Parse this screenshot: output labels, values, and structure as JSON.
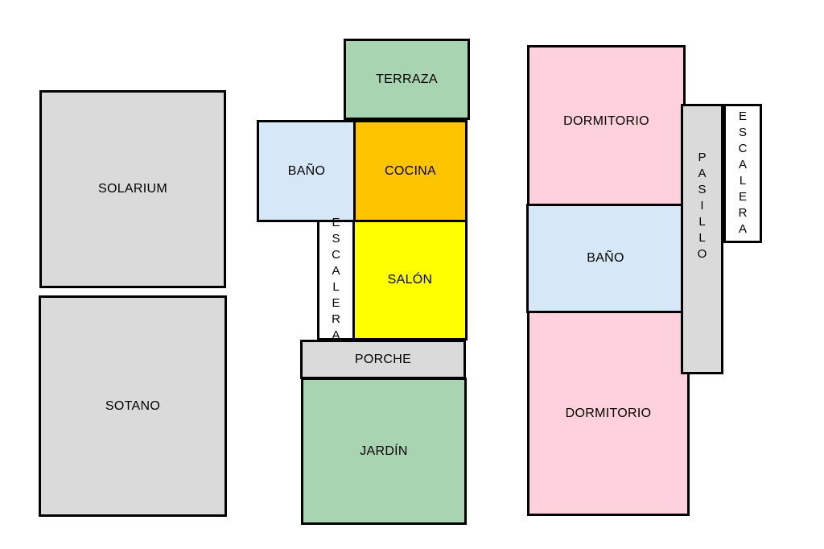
{
  "colors": {
    "gray": "#dadada",
    "green": "#a9d4b1",
    "blue": "#d6e8f8",
    "orange": "#ffc400",
    "yellow": "#ffff00",
    "pink": "#ffd1dc",
    "white": "#ffffff"
  },
  "rooms": {
    "solarium": "SOLARIUM",
    "sotano": "SOTANO",
    "terraza": "TERRAZA",
    "bano_1": "BAÑO",
    "cocina": "COCINA",
    "escalera_1": "ESCALERA",
    "salon": "SALÓN",
    "porche": "PORCHE",
    "jardin": "JARDÍN",
    "dormitorio_1": "DORMITORIO",
    "bano_2": "BAÑO",
    "dormitorio_2": "DORMITORIO",
    "pasillo": "PASILLO",
    "escalera_2": "ESCALERA"
  }
}
